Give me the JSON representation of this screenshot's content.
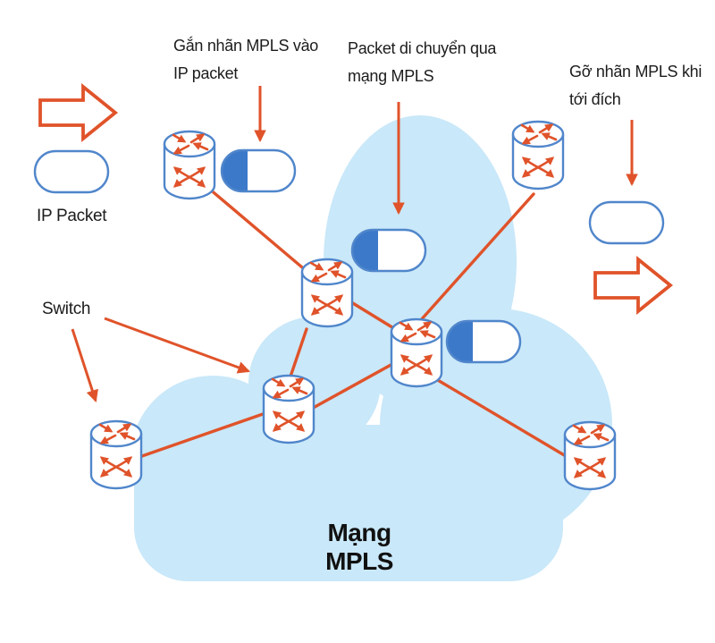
{
  "diagram": {
    "labels": {
      "attach_label": {
        "line1": "Gắn nhãn MPLS vào",
        "line2": "IP packet"
      },
      "traverse_label": {
        "line1": "Packet di chuyển qua",
        "line2": "mạng MPLS"
      },
      "remove_label": {
        "line1": "Gỡ nhãn MPLS khi",
        "line2": "tới đích"
      },
      "ip_packet_label": "IP Packet",
      "switch_label": "Switch",
      "cloud_label": "Mạng MPLS"
    },
    "icons": {
      "switch_router": "switch-router-icon",
      "plain_packet": "packet-pill",
      "labeled_packet": "labeled-packet-pill",
      "flow_arrow": "flow-arrow-icon",
      "annotation_arrow": "annotation-arrow"
    },
    "colors": {
      "accent_orange": "#E0532A",
      "outline_blue": "#5086CB",
      "label_cap_blue": "#3C79C9",
      "cloud_blue": "#C9E8F9",
      "text": "#1C1C1C",
      "shape_fill": "#FFFFFF"
    },
    "counts": {
      "switch_routers": 7,
      "labeled_packets": 3,
      "plain_packets": 2
    }
  }
}
